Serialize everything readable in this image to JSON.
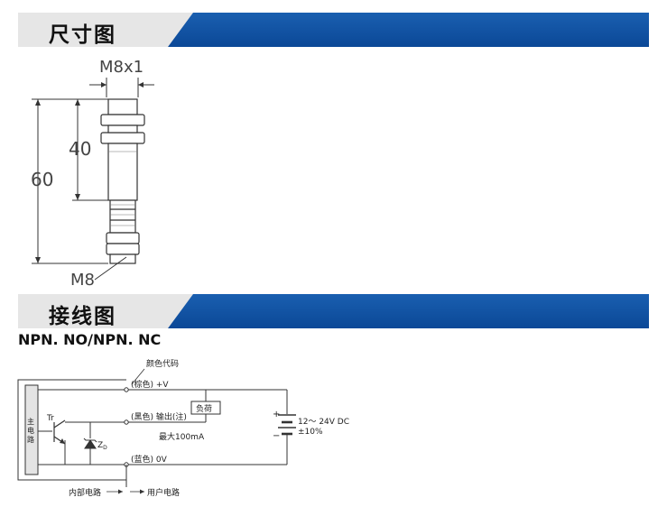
{
  "sections": {
    "dimensions": {
      "title": "尺寸图"
    },
    "wiring": {
      "title": "接线图",
      "subtitle": "NPN. NO/NPN. NC"
    }
  },
  "dimension_drawing": {
    "thread_label": "M8x1",
    "length_40": "40",
    "length_60": "60",
    "connector_label": "M8"
  },
  "wiring_diagram": {
    "color_code_label": "颜色代码",
    "internal_circuit_label": "主\n电\n路",
    "brown_label": "(棕色) +V",
    "black_label": "(黑色) 输出(注)",
    "blue_label": "(蓝色) 0V",
    "load_label": "负荷",
    "max_current_label": "最大100mA",
    "supply_voltage_label": "12～ 24V DC",
    "supply_tolerance_label": "±10%",
    "transistor_label": "Tr",
    "zener_label": "ZD",
    "internal_label": "内部电路",
    "user_label": "用户电路"
  }
}
